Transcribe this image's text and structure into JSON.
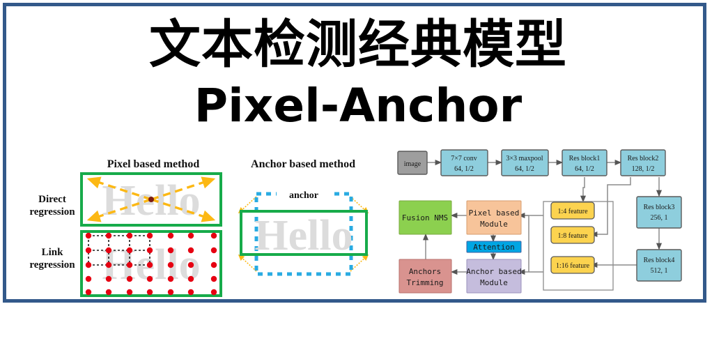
{
  "slide": {
    "title_cn": "文本检测经典模型",
    "title_en": "Pixel-Anchor",
    "frame_color": "#33598a",
    "background": "#ffffff"
  },
  "left_figure": {
    "name": "pixel-vs-anchor-illustration",
    "headings": {
      "pixel": "Pixel based method",
      "anchor": "Anchor based method"
    },
    "row_labels": {
      "direct_line1": "Direct",
      "direct_line2": "regression",
      "link_line1": "Link",
      "link_line2": "regression"
    },
    "anchor_label": "anchor",
    "word_sample": "Hello",
    "colors": {
      "box_green": "#17ab4a",
      "arrow_orange": "#fcb814",
      "dot_red": "#e60012",
      "anchor_blue": "#29abe2",
      "word_gray": "#dddddd",
      "dash_black": "#1a1a1a"
    },
    "dot_grid": {
      "columns": 8,
      "rows": 5
    }
  },
  "right_figure": {
    "name": "pixel-anchor-network-architecture",
    "colors": {
      "image_gray": "#9e9e9e",
      "resnet_blue": "#8ecedd",
      "feature_yellow": "#fcd34f",
      "fusion_green": "#8cd04f",
      "pixel_module_orange": "#f7c49a",
      "anchor_module_purple": "#c5bddd",
      "anchors_trimming_red": "#d9938f",
      "attention_cyan": "#00a5e3",
      "arrow_gray": "#8c8c8c",
      "box_border": "#6b6b6b"
    },
    "backbone": [
      {
        "id": "image",
        "label_line1": "image",
        "label_line2": ""
      },
      {
        "id": "conv7",
        "label_line1": "7×7 conv",
        "label_line2": "64, 1/2"
      },
      {
        "id": "maxpool3",
        "label_line1": "3×3 maxpool",
        "label_line2": "64, 1/2"
      },
      {
        "id": "resblock1",
        "label_line1": "Res block1",
        "label_line2": "64, 1/2"
      },
      {
        "id": "resblock2",
        "label_line1": "Res block2",
        "label_line2": "128, 1/2"
      },
      {
        "id": "resblock3",
        "label_line1": "Res block3",
        "label_line2": "256, 1"
      },
      {
        "id": "resblock4",
        "label_line1": "Res block4",
        "label_line2": "512, 1"
      }
    ],
    "features": [
      {
        "id": "feat4",
        "label": "1:4 feature"
      },
      {
        "id": "feat8",
        "label": "1:8 feature"
      },
      {
        "id": "feat16",
        "label": "1:16 feature"
      }
    ],
    "modules": {
      "fusion_nms": "Fusion NMS",
      "pixel_module_line1": "Pixel based",
      "pixel_module_line2": "Module",
      "attention": "Attention",
      "anchor_module_line1": "Anchor based",
      "anchor_module_line2": "Module",
      "anchors_trimming_line1": "Anchors",
      "anchors_trimming_line2": "Trimming"
    }
  }
}
